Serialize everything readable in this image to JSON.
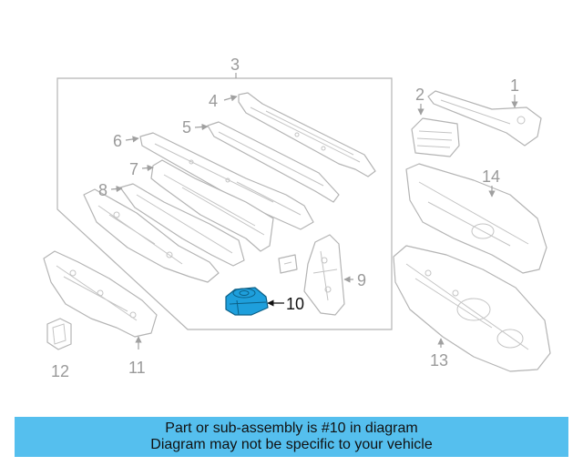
{
  "callouts": {
    "c1": "1",
    "c2": "2",
    "c3": "3",
    "c4": "4",
    "c5": "5",
    "c6": "6",
    "c7": "7",
    "c8": "8",
    "c9": "9",
    "c10": "10",
    "c11": "11",
    "c12": "12",
    "c13": "13",
    "c14": "14"
  },
  "highlight_color": "#1e9fdc",
  "banner": {
    "line1": "Part or sub-assembly is #10 in diagram",
    "line2": "Diagram may not be specific to your vehicle",
    "background": "#55bfee"
  }
}
